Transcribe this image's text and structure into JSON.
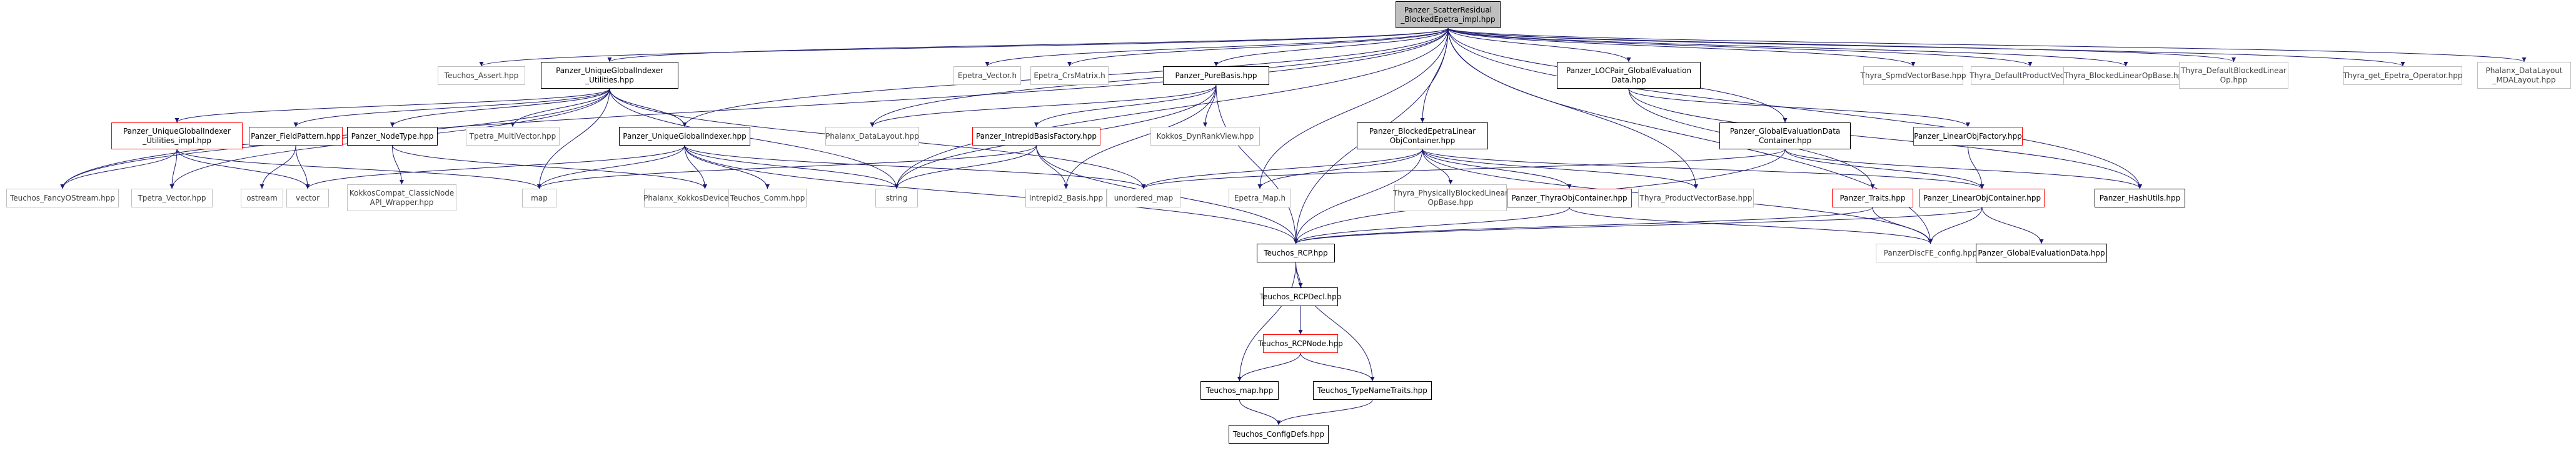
{
  "graph": {
    "edge_color": "#191970",
    "border_colors": {
      "documented": "#000000",
      "undocumented": "#ff0000",
      "external": "#bfbfbf"
    },
    "main_fill": "#bfbfbf",
    "nodes": [
      {
        "id": "main",
        "label": "Panzer_ScatterResidual\n_BlockedEpetra_impl.hpp",
        "kind": "main"
      },
      {
        "id": "assert",
        "label": "Teuchos_Assert.hpp",
        "kind": "external"
      },
      {
        "id": "ugiu",
        "label": "Panzer_UniqueGlobalIndexer\n_Utilities.hpp",
        "kind": "documented"
      },
      {
        "id": "epvec",
        "label": "Epetra_Vector.h",
        "kind": "external"
      },
      {
        "id": "epcrs",
        "label": "Epetra_CrsMatrix.h",
        "kind": "external"
      },
      {
        "id": "purebasis",
        "label": "Panzer_PureBasis.hpp",
        "kind": "documented"
      },
      {
        "id": "locpair",
        "label": "Panzer_LOCPair_GlobalEvaluation\nData.hpp",
        "kind": "documented"
      },
      {
        "id": "spmd",
        "label": "Thyra_SpmdVectorBase.hpp",
        "kind": "external"
      },
      {
        "id": "defprodvec",
        "label": "Thyra_DefaultProductVector.hpp",
        "kind": "external"
      },
      {
        "id": "blinop",
        "label": "Thyra_BlockedLinearOpBase.hpp",
        "kind": "external"
      },
      {
        "id": "defblinop",
        "label": "Thyra_DefaultBlockedLinear\nOp.hpp",
        "kind": "external"
      },
      {
        "id": "getepop",
        "label": "Thyra_get_Epetra_Operator.hpp",
        "kind": "external"
      },
      {
        "id": "mdalayout",
        "label": "Phalanx_DataLayout\n_MDALayout.hpp",
        "kind": "external"
      },
      {
        "id": "ugiuimpl",
        "label": "Panzer_UniqueGlobalIndexer\n_Utilities_impl.hpp",
        "kind": "undocumented"
      },
      {
        "id": "fieldpat",
        "label": "Panzer_FieldPattern.hpp",
        "kind": "undocumented"
      },
      {
        "id": "nodetype",
        "label": "Panzer_NodeType.hpp",
        "kind": "documented"
      },
      {
        "id": "tpmv",
        "label": "Tpetra_MultiVector.hpp",
        "kind": "external"
      },
      {
        "id": "ugi",
        "label": "Panzer_UniqueGlobalIndexer.hpp",
        "kind": "documented"
      },
      {
        "id": "phxdl",
        "label": "Phalanx_DataLayout.hpp",
        "kind": "external"
      },
      {
        "id": "ibf",
        "label": "Panzer_IntrepidBasisFactory.hpp",
        "kind": "undocumented"
      },
      {
        "id": "dynrank",
        "label": "Kokkos_DynRankView.hpp",
        "kind": "external"
      },
      {
        "id": "bepc",
        "label": "Panzer_BlockedEpetraLinear\nObjContainer.hpp",
        "kind": "documented"
      },
      {
        "id": "gedc",
        "label": "Panzer_GlobalEvaluationData\nContainer.hpp",
        "kind": "documented"
      },
      {
        "id": "lof",
        "label": "Panzer_LinearObjFactory.hpp",
        "kind": "undocumented"
      },
      {
        "id": "fancy",
        "label": "Teuchos_FancyOStream.hpp",
        "kind": "external"
      },
      {
        "id": "tpvec",
        "label": "Tpetra_Vector.hpp",
        "kind": "external"
      },
      {
        "id": "ostream",
        "label": "ostream",
        "kind": "external"
      },
      {
        "id": "vector",
        "label": "vector",
        "kind": "external"
      },
      {
        "id": "kcompat",
        "label": "KokkosCompat_ClassicNode\nAPI_Wrapper.hpp",
        "kind": "external"
      },
      {
        "id": "map",
        "label": "map",
        "kind": "external"
      },
      {
        "id": "phxkdt",
        "label": "Phalanx_KokkosDeviceTypes.hpp",
        "kind": "external"
      },
      {
        "id": "comm",
        "label": "Teuchos_Comm.hpp",
        "kind": "external"
      },
      {
        "id": "string",
        "label": "string",
        "kind": "external"
      },
      {
        "id": "intrbasis",
        "label": "Intrepid2_Basis.hpp",
        "kind": "external"
      },
      {
        "id": "umap",
        "label": "unordered_map",
        "kind": "external"
      },
      {
        "id": "epmap",
        "label": "Epetra_Map.h",
        "kind": "external"
      },
      {
        "id": "physblk",
        "label": "Thyra_PhysicallyBlockedLinear\nOpBase.hpp",
        "kind": "external"
      },
      {
        "id": "thyraoc",
        "label": "Panzer_ThyraObjContainer.hpp",
        "kind": "undocumented"
      },
      {
        "id": "prodvecbase",
        "label": "Thyra_ProductVectorBase.hpp",
        "kind": "external"
      },
      {
        "id": "traits",
        "label": "Panzer_Traits.hpp",
        "kind": "undocumented"
      },
      {
        "id": "loc",
        "label": "Panzer_LinearObjContainer.hpp",
        "kind": "undocumented"
      },
      {
        "id": "hashutils",
        "label": "Panzer_HashUtils.hpp",
        "kind": "documented"
      },
      {
        "id": "rcp",
        "label": "Teuchos_RCP.hpp",
        "kind": "documented"
      },
      {
        "id": "discfe",
        "label": "PanzerDiscFE_config.hpp",
        "kind": "external"
      },
      {
        "id": "ged",
        "label": "Panzer_GlobalEvaluationData.hpp",
        "kind": "documented"
      },
      {
        "id": "rcpdecl",
        "label": "Teuchos_RCPDecl.hpp",
        "kind": "documented"
      },
      {
        "id": "rcpnode",
        "label": "Teuchos_RCPNode.hpp",
        "kind": "undocumented"
      },
      {
        "id": "tmap",
        "label": "Teuchos_map.hpp",
        "kind": "documented"
      },
      {
        "id": "typenametraits",
        "label": "Teuchos_TypeNameTraits.hpp",
        "kind": "documented"
      },
      {
        "id": "configdefs",
        "label": "Teuchos_ConfigDefs.hpp",
        "kind": "documented"
      }
    ],
    "edges": [
      [
        "main",
        "assert"
      ],
      [
        "main",
        "ugiu"
      ],
      [
        "main",
        "epvec"
      ],
      [
        "main",
        "epcrs"
      ],
      [
        "main",
        "purebasis"
      ],
      [
        "main",
        "locpair"
      ],
      [
        "main",
        "spmd"
      ],
      [
        "main",
        "defprodvec"
      ],
      [
        "main",
        "blinop"
      ],
      [
        "main",
        "defblinop"
      ],
      [
        "main",
        "getepop"
      ],
      [
        "main",
        "mdalayout"
      ],
      [
        "main",
        "fancy"
      ],
      [
        "main",
        "ugi"
      ],
      [
        "main",
        "phxdl"
      ],
      [
        "main",
        "bepc"
      ],
      [
        "main",
        "gedc"
      ],
      [
        "main",
        "epmap"
      ],
      [
        "main",
        "prodvecbase"
      ],
      [
        "main",
        "rcp"
      ],
      [
        "main",
        "discfe"
      ],
      [
        "main",
        "hashutils"
      ],
      [
        "main",
        "string"
      ],
      [
        "ugiu",
        "ugiuimpl"
      ],
      [
        "ugiu",
        "fieldpat"
      ],
      [
        "ugiu",
        "nodetype"
      ],
      [
        "ugiu",
        "tpmv"
      ],
      [
        "ugiu",
        "ugi"
      ],
      [
        "ugiu",
        "fancy"
      ],
      [
        "ugiu",
        "tpvec"
      ],
      [
        "ugiu",
        "map"
      ],
      [
        "ugiu",
        "string"
      ],
      [
        "ugiu",
        "umap"
      ],
      [
        "ugiuimpl",
        "fancy"
      ],
      [
        "ugiuimpl",
        "tpvec"
      ],
      [
        "ugiuimpl",
        "vector"
      ],
      [
        "ugiuimpl",
        "map"
      ],
      [
        "fieldpat",
        "ostream"
      ],
      [
        "fieldpat",
        "vector"
      ],
      [
        "nodetype",
        "kcompat"
      ],
      [
        "nodetype",
        "phxkdt"
      ],
      [
        "ugi",
        "map"
      ],
      [
        "ugi",
        "vector"
      ],
      [
        "ugi",
        "phxkdt"
      ],
      [
        "ugi",
        "comm"
      ],
      [
        "ugi",
        "string"
      ],
      [
        "ugi",
        "umap"
      ],
      [
        "ugi",
        "rcp"
      ],
      [
        "purebasis",
        "phxdl"
      ],
      [
        "purebasis",
        "ibf"
      ],
      [
        "purebasis",
        "dynrank"
      ],
      [
        "purebasis",
        "string"
      ],
      [
        "purebasis",
        "intrbasis"
      ],
      [
        "purebasis",
        "rcp"
      ],
      [
        "ibf",
        "map"
      ],
      [
        "ibf",
        "string"
      ],
      [
        "ibf",
        "intrbasis"
      ],
      [
        "ibf",
        "rcp"
      ],
      [
        "locpair",
        "traits"
      ],
      [
        "locpair",
        "lof"
      ],
      [
        "locpair",
        "hashutils"
      ],
      [
        "bepc",
        "epmap"
      ],
      [
        "bepc",
        "physblk"
      ],
      [
        "bepc",
        "thyraoc"
      ],
      [
        "bepc",
        "prodvecbase"
      ],
      [
        "bepc",
        "loc"
      ],
      [
        "bepc",
        "rcp"
      ],
      [
        "bepc",
        "umap"
      ],
      [
        "bepc",
        "discfe"
      ],
      [
        "thyraoc",
        "rcp"
      ],
      [
        "thyraoc",
        "discfe"
      ],
      [
        "gedc",
        "umap"
      ],
      [
        "gedc",
        "rcp"
      ],
      [
        "gedc",
        "hashutils"
      ],
      [
        "gedc",
        "loc"
      ],
      [
        "lof",
        "loc"
      ],
      [
        "traits",
        "rcp"
      ],
      [
        "traits",
        "discfe"
      ],
      [
        "loc",
        "ged"
      ],
      [
        "loc",
        "rcp"
      ],
      [
        "loc",
        "discfe"
      ],
      [
        "rcp",
        "rcpdecl"
      ],
      [
        "rcp",
        "tmap"
      ],
      [
        "rcp",
        "typenametraits"
      ],
      [
        "rcpdecl",
        "rcpnode"
      ],
      [
        "rcpnode",
        "tmap"
      ],
      [
        "rcpnode",
        "typenametraits"
      ],
      [
        "tmap",
        "configdefs"
      ],
      [
        "typenametraits",
        "configdefs"
      ]
    ]
  }
}
